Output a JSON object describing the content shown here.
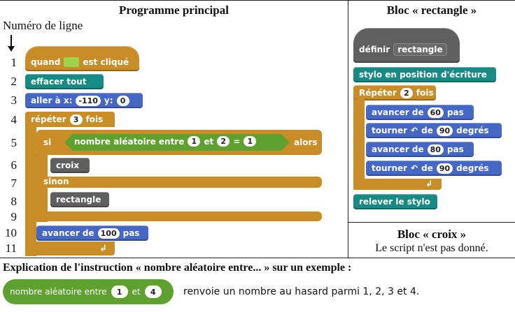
{
  "main": {
    "title": "Programme principal",
    "line_label": "Numéro de ligne",
    "line_numbers": [
      "1",
      "2",
      "3",
      "4",
      "5",
      "6",
      "7",
      "8",
      "9",
      "10",
      "11"
    ],
    "blocks": {
      "when_flag_pre": "quand",
      "when_flag_post": "est cliqué",
      "clear": "effacer tout",
      "goto_label": "aller à x:",
      "goto_x": "-110",
      "goto_y_label": "y:",
      "goto_y": "0",
      "repeat_label": "répéter",
      "repeat_count": "3",
      "repeat_suffix": "fois",
      "if_label": "si",
      "random_label": "nombre aléatoire entre",
      "random_a": "1",
      "random_and": "et",
      "random_b": "2",
      "equals": "=",
      "compare_value": "1",
      "then_label": "alors",
      "croix": "croix",
      "else_label": "sinon",
      "rectangle": "rectangle",
      "forward_label": "avancer de",
      "forward_value": "100",
      "forward_unit": "pas"
    }
  },
  "rect_block": {
    "title": "Bloc « rectangle »",
    "define_label": "définir",
    "define_name": "rectangle",
    "pen_down": "stylo en position d'écriture",
    "repeat_label": "Répéter",
    "repeat_count": "2",
    "repeat_suffix": "fois",
    "fwd1_label": "avancer de",
    "fwd1_value": "60",
    "fwd1_unit": "pas",
    "turn1_label": "tourner",
    "turn1_de": "de",
    "turn1_value": "90",
    "turn1_unit": "degrés",
    "fwd2_label": "avancer de",
    "fwd2_value": "80",
    "fwd2_unit": "pas",
    "turn2_label": "tourner",
    "turn2_de": "de",
    "turn2_value": "90",
    "turn2_unit": "degrés",
    "pen_up": "relever le stylo"
  },
  "croix_block": {
    "title": "Bloc « croix »",
    "note": "Le script n'est pas donné."
  },
  "explanation": {
    "title": "Explication de l'instruction « nombre aléatoire entre... » sur un exemple :",
    "reporter_label": "nombre aléatoire entre",
    "reporter_a": "1",
    "reporter_and": "et",
    "reporter_b": "4",
    "text": "renvoie un nombre au hasard parmi 1, 2, 3 et 4."
  },
  "colors": {
    "control": "#c98d28",
    "pen": "#178a86",
    "motion": "#4568c6",
    "operators": "#5ea12f",
    "custom": "#5f5f5f"
  }
}
